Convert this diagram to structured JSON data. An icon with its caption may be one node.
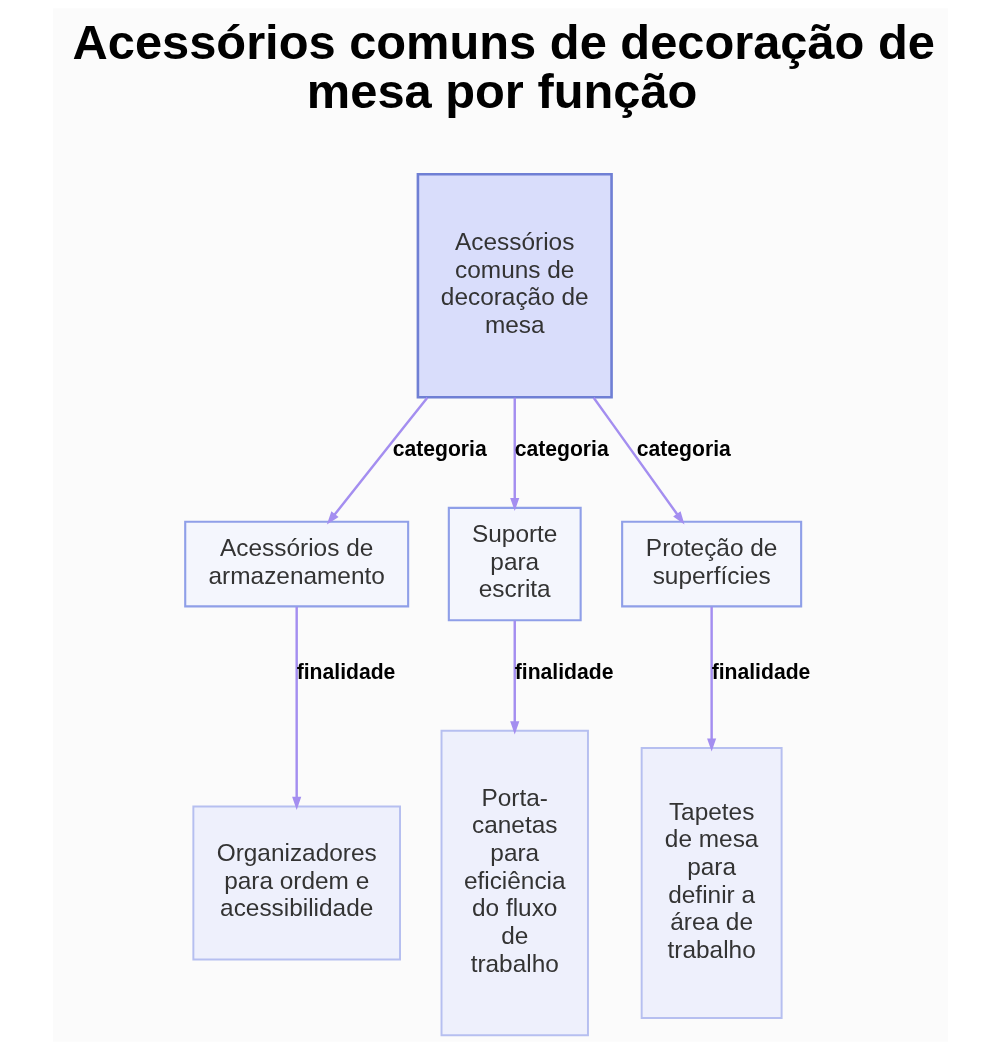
{
  "diagram": {
    "title": "Acessórios comuns de decoração de mesa por função",
    "nodes": [
      {
        "text": [
          "Acessórios comuns de decoração de mesa"
        ]
      },
      {
        "text": [
          "Acessórios de armazenamento"
        ]
      },
      {
        "text": [
          "Suporte para escrita"
        ]
      },
      {
        "text": [
          "Proteção de superfícies"
        ]
      },
      {
        "text": [
          "Organizadores para ordem e acessibilidade"
        ]
      },
      {
        "text": [
          "Porta-canetas para eficiência do fluxo de trabalho"
        ]
      },
      {
        "text": [
          "Tapetes de mesa para definir a área de trabalho"
        ]
      }
    ],
    "edges": [
      {
        "from": 0,
        "to": 1,
        "arrow": "to",
        "label": "categoria"
      },
      {
        "from": 0,
        "to": 2,
        "arrow": "to",
        "label": "categoria"
      },
      {
        "from": 0,
        "to": 3,
        "arrow": "to",
        "label": "categoria"
      },
      {
        "from": 1,
        "to": 4,
        "arrow": "to",
        "label": "finalidade"
      },
      {
        "from": 2,
        "to": 5,
        "arrow": "to",
        "label": "finalidade"
      },
      {
        "from": 3,
        "to": 6,
        "arrow": "to",
        "label": "finalidade"
      }
    ]
  }
}
